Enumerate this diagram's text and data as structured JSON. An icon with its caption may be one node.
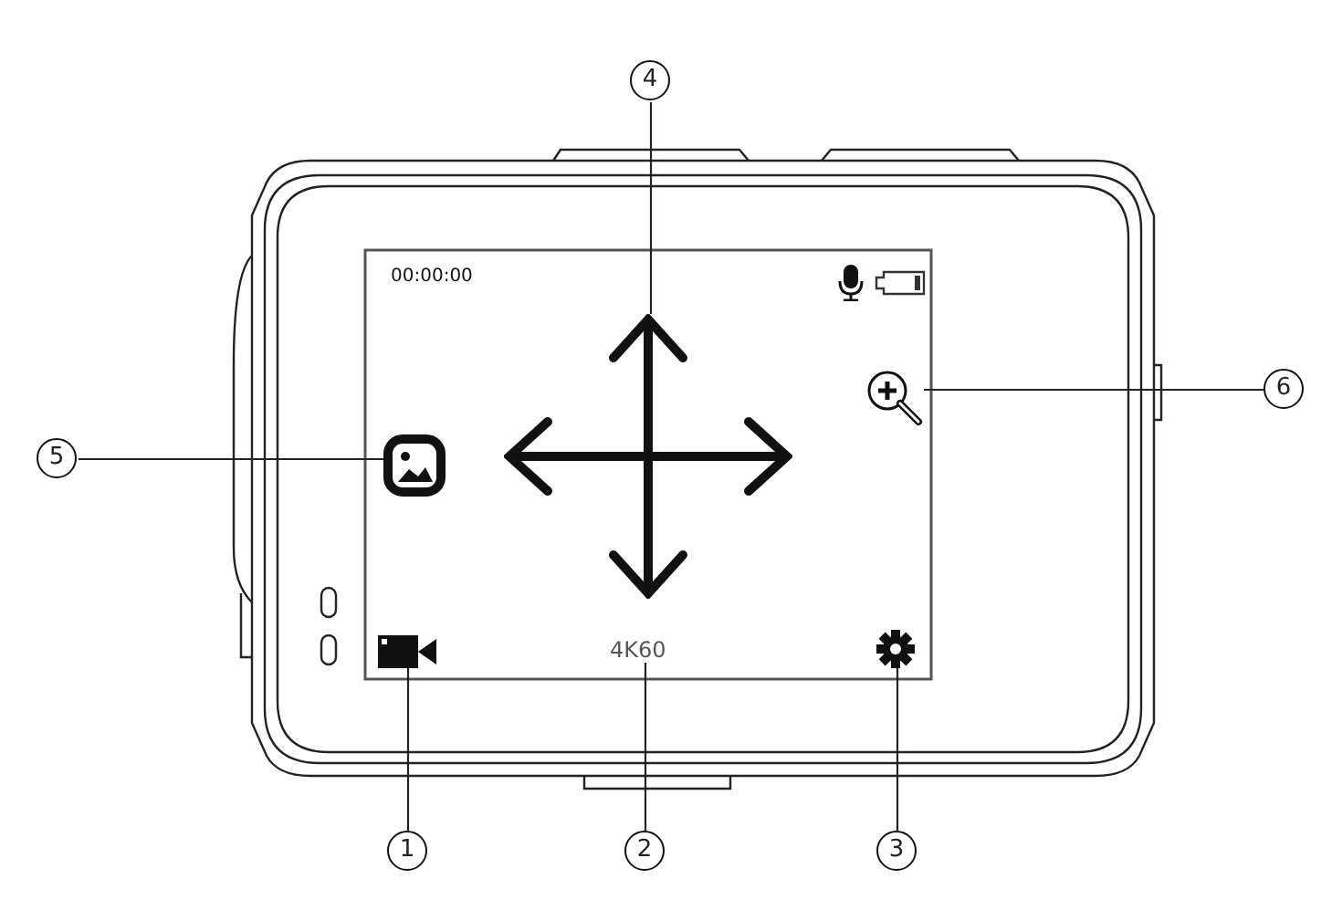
{
  "diagram": {
    "nodes": [
      {
        "text": [
          "1"
        ]
      },
      {
        "text": [
          "2"
        ]
      },
      {
        "text": [
          "3"
        ]
      },
      {
        "text": [
          "4"
        ]
      },
      {
        "text": [
          "5"
        ]
      },
      {
        "text": [
          "6"
        ]
      },
      {
        "text": [],
        "shape": "icon"
      },
      {
        "text": [
          "4K60"
        ]
      },
      {
        "text": [],
        "shape": "icon"
      },
      {
        "text": [],
        "shape": "icon"
      },
      {
        "text": [],
        "shape": "icon"
      },
      {
        "text": [],
        "shape": "icon"
      }
    ],
    "edges": [
      {
        "from": 0,
        "to": 6,
        "arrow": "none"
      },
      {
        "from": 1,
        "to": 7,
        "arrow": "none"
      },
      {
        "from": 2,
        "to": 8,
        "arrow": "none"
      },
      {
        "from": 3,
        "to": 9,
        "arrow": "none"
      },
      {
        "from": 4,
        "to": 10,
        "arrow": "none"
      },
      {
        "from": 5,
        "to": 11,
        "arrow": "none"
      }
    ],
    "labels": [
      "00:00:00"
    ]
  }
}
